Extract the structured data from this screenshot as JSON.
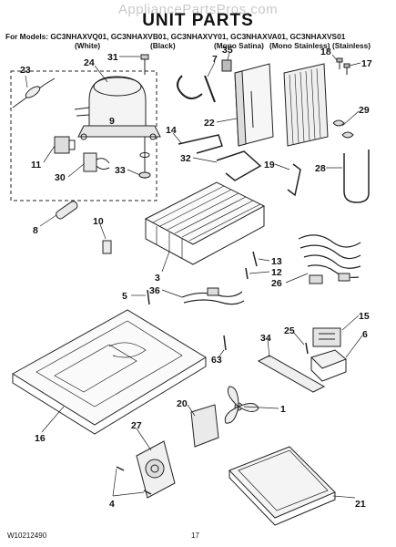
{
  "watermark": "AppliancePartsPros.com",
  "title": "UNIT PARTS",
  "models_line": "For Models: GC3NHAXVQ01, GC3NHAXVB01, GC3NHAXVY01, GC3NHAXVA01, GC3NHAXVS01",
  "variants": [
    "(White)",
    "(Black)",
    "(Mono Satina)",
    "(Mono Stainless)",
    "(Stainless)"
  ],
  "footer": {
    "doc_number": "W10212490",
    "page": "17"
  },
  "callouts": [
    "23",
    "24",
    "31",
    "7",
    "35",
    "18",
    "17",
    "11",
    "30",
    "33",
    "22",
    "14",
    "32",
    "19",
    "29",
    "28",
    "8",
    "10",
    "13",
    "12",
    "26",
    "3",
    "5",
    "36",
    "15",
    "25",
    "34",
    "6",
    "63",
    "1",
    "16",
    "20",
    "27",
    "4",
    "21",
    "9"
  ]
}
